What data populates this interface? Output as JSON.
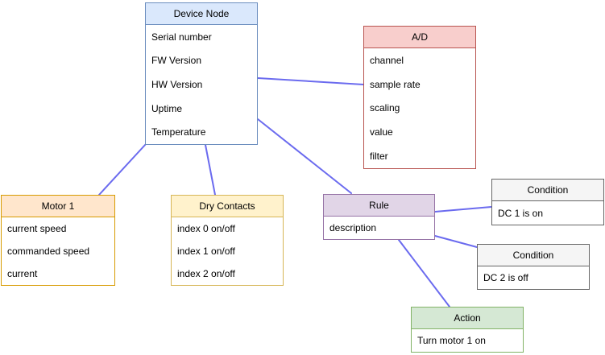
{
  "diagram": {
    "background_color": "#ffffff",
    "edge_color": "#6b6bef",
    "nodes": [
      {
        "id": "device-node",
        "title": "Device Node",
        "fields": [
          "Serial number",
          "FW Version",
          "HW Version",
          "Uptime",
          "Temperature"
        ],
        "header_bg": "#dae8fc",
        "border_color": "#6c8ebf"
      },
      {
        "id": "ad",
        "title": "A/D",
        "fields": [
          "channel",
          "sample rate",
          "scaling",
          "value",
          "filter"
        ],
        "header_bg": "#f8cecc",
        "border_color": "#b85450"
      },
      {
        "id": "motor-1",
        "title": "Motor 1",
        "fields": [
          "current speed",
          "commanded speed",
          "current"
        ],
        "header_bg": "#ffe6cc",
        "border_color": "#d79b00"
      },
      {
        "id": "dry-contacts",
        "title": "Dry Contacts",
        "fields": [
          "index 0 on/off",
          "index 1 on/off",
          "index 2 on/off"
        ],
        "header_bg": "#fff2cc",
        "border_color": "#d6b656"
      },
      {
        "id": "rule",
        "title": "Rule",
        "fields": [
          "description"
        ],
        "header_bg": "#e1d5e7",
        "border_color": "#9673a6"
      },
      {
        "id": "condition-1",
        "title": "Condition",
        "fields": [
          "DC 1 is on"
        ],
        "header_bg": "#f5f5f5",
        "border_color": "#666666"
      },
      {
        "id": "condition-2",
        "title": "Condition",
        "fields": [
          "DC 2 is off"
        ],
        "header_bg": "#f5f5f5",
        "border_color": "#666666"
      },
      {
        "id": "action",
        "title": "Action",
        "fields": [
          "Turn motor 1 on"
        ],
        "header_bg": "#d5e8d4",
        "border_color": "#82b366"
      }
    ],
    "edges": [
      {
        "from": "device-node",
        "to": "ad"
      },
      {
        "from": "device-node",
        "to": "motor-1"
      },
      {
        "from": "device-node",
        "to": "dry-contacts"
      },
      {
        "from": "device-node",
        "to": "rule"
      },
      {
        "from": "rule",
        "to": "condition-1"
      },
      {
        "from": "rule",
        "to": "condition-2"
      },
      {
        "from": "rule",
        "to": "action"
      }
    ]
  }
}
